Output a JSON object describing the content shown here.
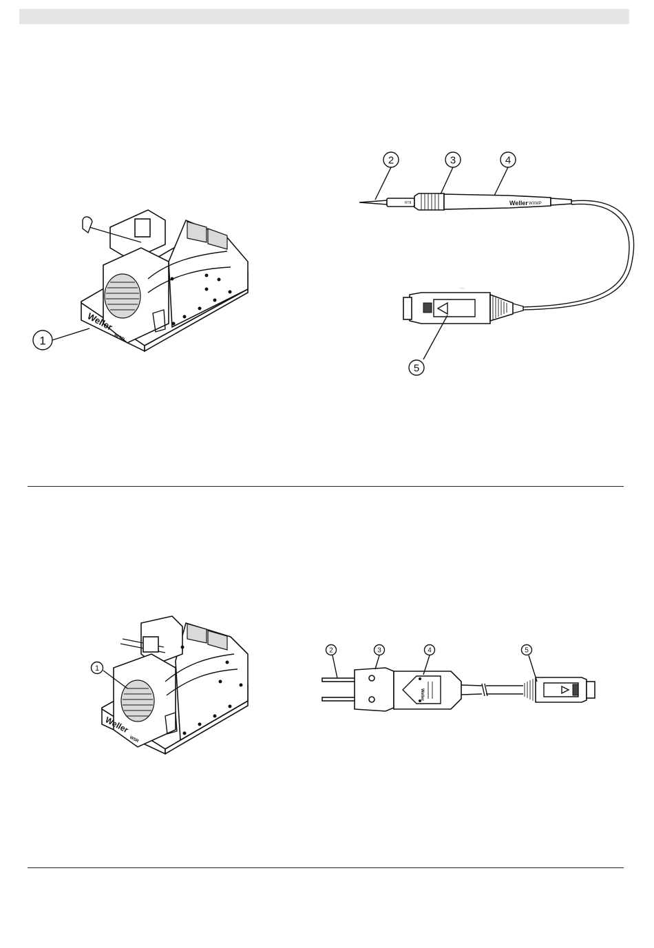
{
  "figure_top": {
    "stand": {
      "callouts": [
        "1"
      ],
      "brand_label": "Weller",
      "model_label": "WSR"
    },
    "pencil": {
      "callouts": [
        "2",
        "3",
        "4",
        "5"
      ],
      "brand_label": "Weller",
      "model_label": "WXMP"
    }
  },
  "figure_bottom": {
    "stand": {
      "callouts": [
        "1"
      ],
      "brand_label": "Weller",
      "model_label": "WSR"
    },
    "tweezers": {
      "callouts": [
        "2",
        "3",
        "4",
        "5"
      ],
      "brand_label": "Weller"
    }
  }
}
